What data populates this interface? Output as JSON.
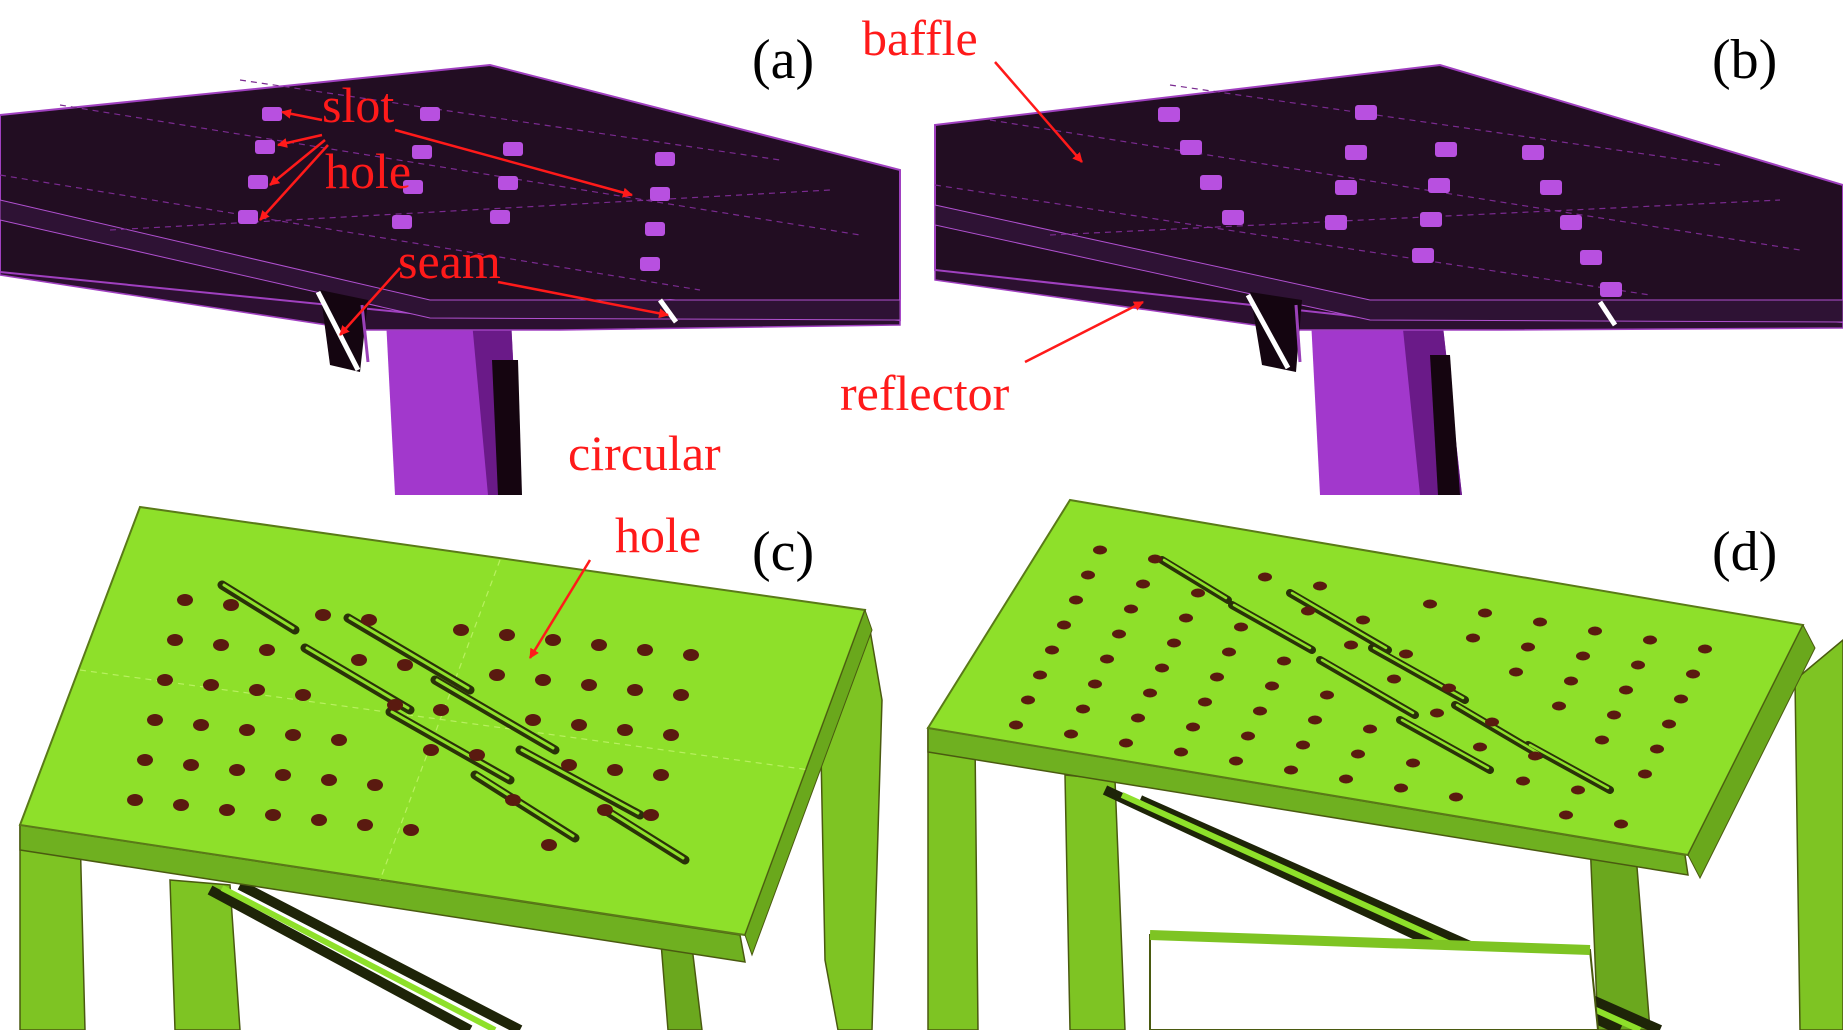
{
  "colors": {
    "baffle_dark": "#220d22",
    "baffle_edge": "#a040c0",
    "slot_purple": "#b850e0",
    "column_purple": "#a238cc",
    "mesh_green": "#8ee02a",
    "mesh_dark": "#4a5a10",
    "hole_fill": "#5a1a10",
    "annotation_red": "#ff1a1a",
    "label_black": "#000000"
  },
  "panels": [
    {
      "id": "a",
      "label": "(a)",
      "model": "purple baffle with slot holes"
    },
    {
      "id": "b",
      "label": "(b)",
      "model": "purple baffle with slot holes"
    },
    {
      "id": "c",
      "label": "(c)",
      "model": "green perforated plate"
    },
    {
      "id": "d",
      "label": "(d)",
      "model": "green perforated plate"
    }
  ],
  "annotations": {
    "slot": "slot",
    "hole": "hole",
    "seam": "seam",
    "baffle": "baffle",
    "reflector": "reflector",
    "circular": "circular",
    "circular_hole": "hole"
  }
}
